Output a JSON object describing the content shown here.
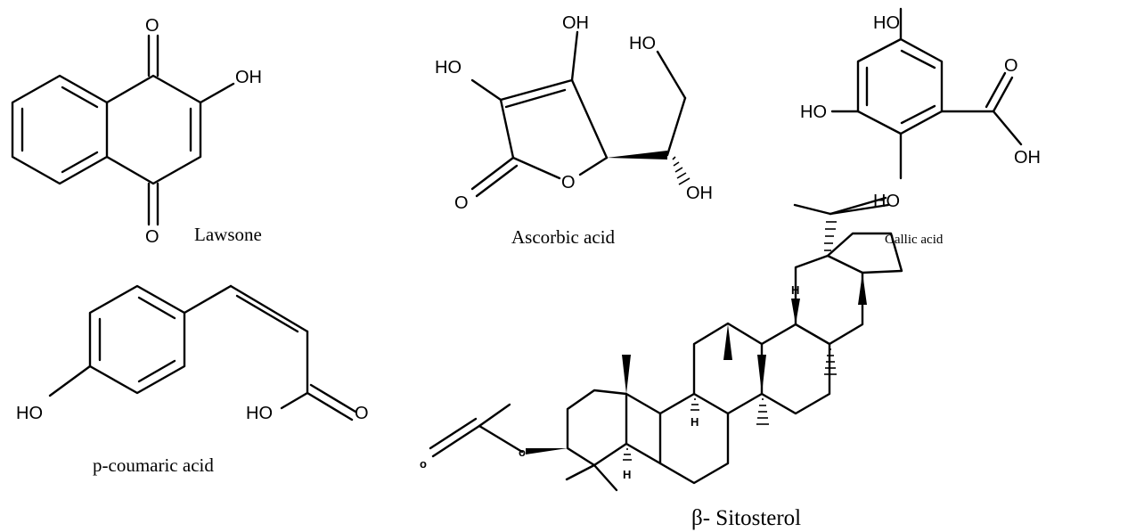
{
  "atoms": {
    "O": "O",
    "OH": "OH",
    "HO": "HO",
    "H": "H",
    "o": "o"
  },
  "compounds": {
    "lawsone": "Lawsone",
    "ascorbic_acid": "Ascorbic acid",
    "gallic_acid": "Gallic acid",
    "p_coumaric_acid": "p-coumaric acid",
    "beta_sitosterol": "β- Sitosterol"
  }
}
